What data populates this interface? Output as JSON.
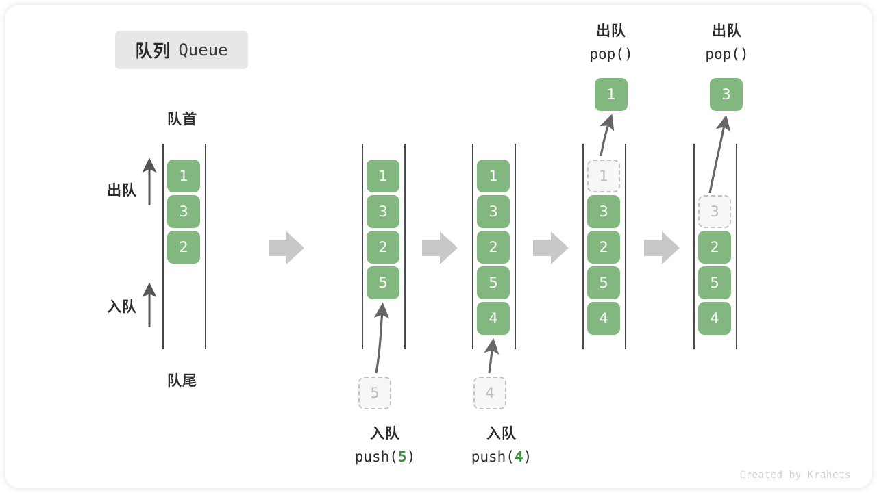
{
  "title": {
    "cn": "队列",
    "en": "Queue"
  },
  "captions": {
    "front": "队首",
    "rear": "队尾"
  },
  "side_labels": {
    "dequeue": "出队",
    "enqueue": "入队"
  },
  "colors": {
    "element": "#82b87f",
    "element_text": "#ffffff",
    "ghost_fill": "#f7f7f7",
    "ghost_border": "#c2c2c2",
    "ghost_text": "#bdbdbd",
    "rail": "#4a4a4a",
    "step_arrow": "#c8c8c8",
    "curve_arrow": "#666666",
    "badge_bg": "#e7e7e7",
    "code_number": "#3f9142"
  },
  "columns": [
    {
      "id": "col-1",
      "slots": [
        {
          "value": "1",
          "state": "solid"
        },
        {
          "value": "3",
          "state": "solid"
        },
        {
          "value": "2",
          "state": "solid"
        },
        {
          "value": "",
          "state": "empty"
        },
        {
          "value": "",
          "state": "empty"
        }
      ]
    },
    {
      "id": "col-2",
      "slots": [
        {
          "value": "1",
          "state": "solid"
        },
        {
          "value": "3",
          "state": "solid"
        },
        {
          "value": "2",
          "state": "solid"
        },
        {
          "value": "5",
          "state": "solid"
        },
        {
          "value": "",
          "state": "empty"
        }
      ],
      "incoming": {
        "value": "5",
        "state": "ghost"
      },
      "caption": {
        "cn": "入队",
        "fn": "push(",
        "num": "5",
        "fn_close": ")"
      }
    },
    {
      "id": "col-3",
      "slots": [
        {
          "value": "1",
          "state": "solid"
        },
        {
          "value": "3",
          "state": "solid"
        },
        {
          "value": "2",
          "state": "solid"
        },
        {
          "value": "5",
          "state": "solid"
        },
        {
          "value": "4",
          "state": "solid"
        }
      ],
      "incoming": {
        "value": "4",
        "state": "ghost"
      },
      "caption": {
        "cn": "入队",
        "fn": "push(",
        "num": "4",
        "fn_close": ")"
      }
    },
    {
      "id": "col-4",
      "slots": [
        {
          "value": "1",
          "state": "ghost"
        },
        {
          "value": "3",
          "state": "solid"
        },
        {
          "value": "2",
          "state": "solid"
        },
        {
          "value": "5",
          "state": "solid"
        },
        {
          "value": "4",
          "state": "solid"
        }
      ],
      "popped": {
        "value": "1",
        "state": "solid"
      },
      "caption": {
        "cn": "出队",
        "fn": "pop(",
        "num": "",
        "fn_close": ")"
      }
    },
    {
      "id": "col-5",
      "slots": [
        {
          "value": "",
          "state": "empty"
        },
        {
          "value": "3",
          "state": "ghost"
        },
        {
          "value": "2",
          "state": "solid"
        },
        {
          "value": "5",
          "state": "solid"
        },
        {
          "value": "4",
          "state": "solid"
        }
      ],
      "popped": {
        "value": "3",
        "state": "solid"
      },
      "caption": {
        "cn": "出队",
        "fn": "pop(",
        "num": "",
        "fn_close": ")"
      }
    }
  ],
  "credit": "Created by Krahets"
}
